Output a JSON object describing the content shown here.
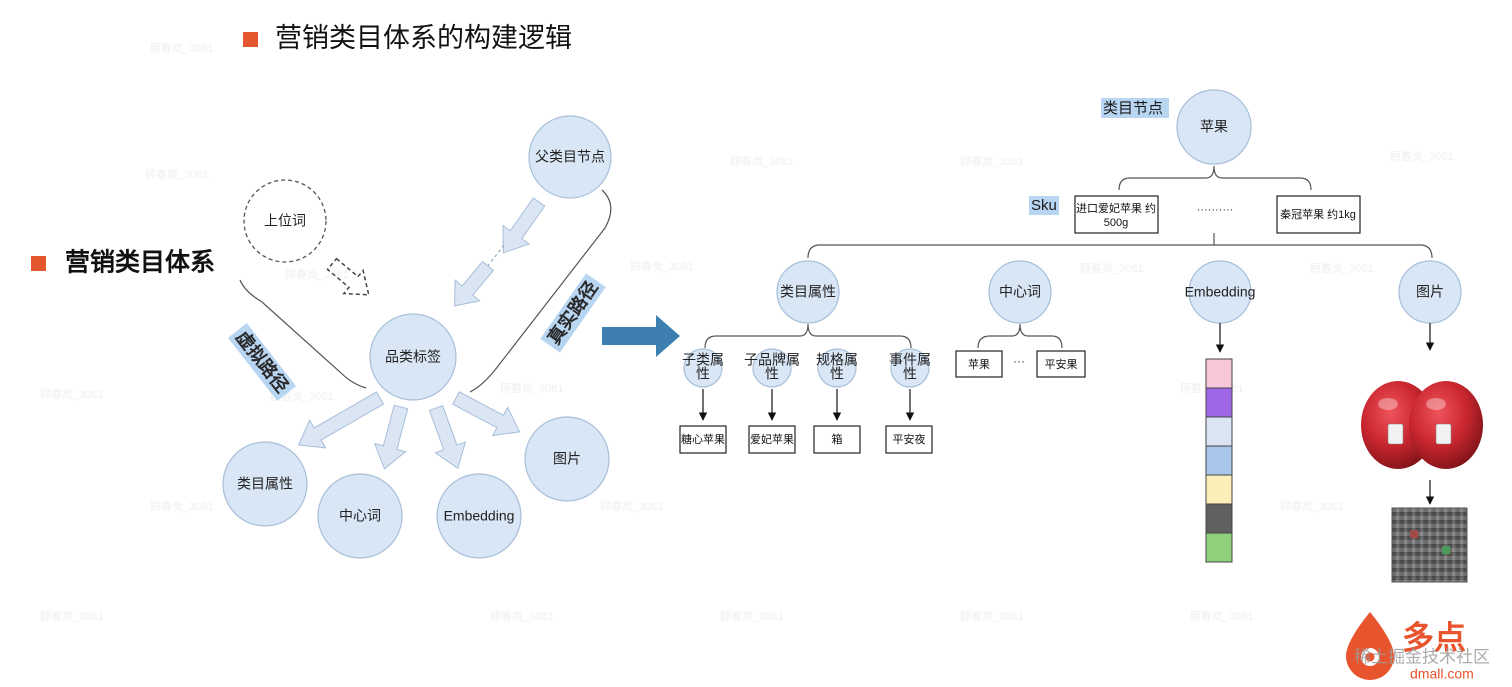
{
  "header": {
    "bullet_color": "#e4572e",
    "title": "营销类目体系的构建逻辑"
  },
  "section_label": "营销类目体系",
  "left_diagram": {
    "nodes": {
      "parent": "父类目节点",
      "hypernym": "上位词",
      "category_tag": "品类标签",
      "attr": "类目属性",
      "center_word": "中心词",
      "embedding": "Embedding",
      "image": "图片"
    },
    "virtual_path": "虚拟路径",
    "real_path": "真实路径"
  },
  "right_diagram": {
    "category_node_label": "类目节点",
    "root": "苹果",
    "sku_label": "Sku",
    "skus": [
      "进口爱妃苹果 约500g",
      "秦冠苹果 约1kg"
    ],
    "sku_ellipsis": "··········",
    "features": [
      "类目属性",
      "中心词",
      "Embedding",
      "图片"
    ],
    "sub_attrs": [
      "子类属性",
      "子品牌属性",
      "规格属性",
      "事件属性"
    ],
    "attr_values": [
      "糖心苹果",
      "爱妃苹果",
      "箱",
      "平安夜"
    ],
    "center_words": [
      "苹果",
      "平安果"
    ],
    "center_ellipsis": "···",
    "embedding_colors": [
      "#f7c6d9",
      "#a066e8",
      "#dbe4f3",
      "#a9c5ea",
      "#fbeeb9",
      "#606060",
      "#8fd07c"
    ]
  },
  "watermark": "稀土掘金技术社区",
  "logo": {
    "brand": "多点",
    "domain": "dmall.com",
    "color": "#e8542d"
  },
  "colors": {
    "arrow_blue": "#3d7fb0",
    "node_fill": "#d9e6f5",
    "apple_red": "#c8262e"
  }
}
